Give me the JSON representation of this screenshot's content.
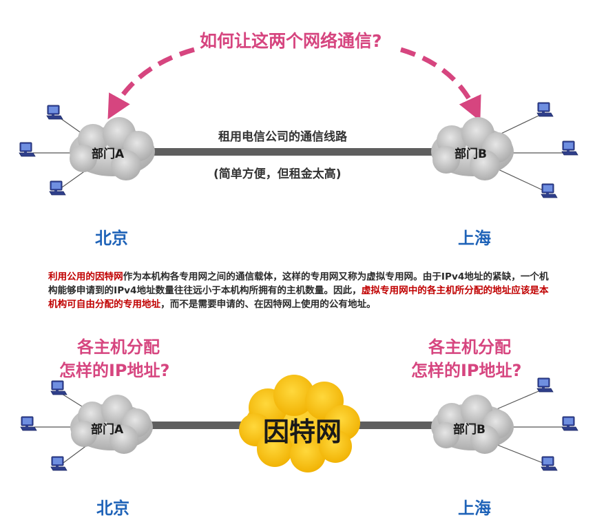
{
  "top": {
    "question": "如何让这两个网络通信?",
    "dept_a": "部门A",
    "dept_b": "部门B",
    "line_label": "租用电信公司的通信线路",
    "line_note": "(简单方便，但租金太高)",
    "city_left": "北京",
    "city_right": "上海"
  },
  "paragraph": {
    "part1_highlight": "利用公用的因特网",
    "part2": "作为本机构各专用网之间的通信载体，这样的专用网又称为虚拟专用网。由于IPv4地址的紧缺，一个机构能够申请到的IPv4地址数量往往远小于本机构所拥有的主机数量。因此，",
    "part3_highlight": "虚拟专用网中的各主机所分配的地址应该是本机构可自由分配的专用地址",
    "part4": "，而不是需要申请的、在因特网上使用的公有地址。"
  },
  "bottom": {
    "question_left_line1": "各主机分配",
    "question_left_line2": "怎样的IP地址?",
    "question_right_line1": "各主机分配",
    "question_right_line2": "怎样的IP地址?",
    "dept_a": "部门A",
    "dept_b": "部门B",
    "internet": "因特网",
    "city_left": "北京",
    "city_right": "上海"
  },
  "colors": {
    "accent_pink": "#d6457f",
    "city_blue": "#1f63b8",
    "highlight_red": "#c00000",
    "cloud_gray": "#c9c9c9",
    "internet_yellow": "#f7c31a",
    "link_gray": "#606060"
  }
}
